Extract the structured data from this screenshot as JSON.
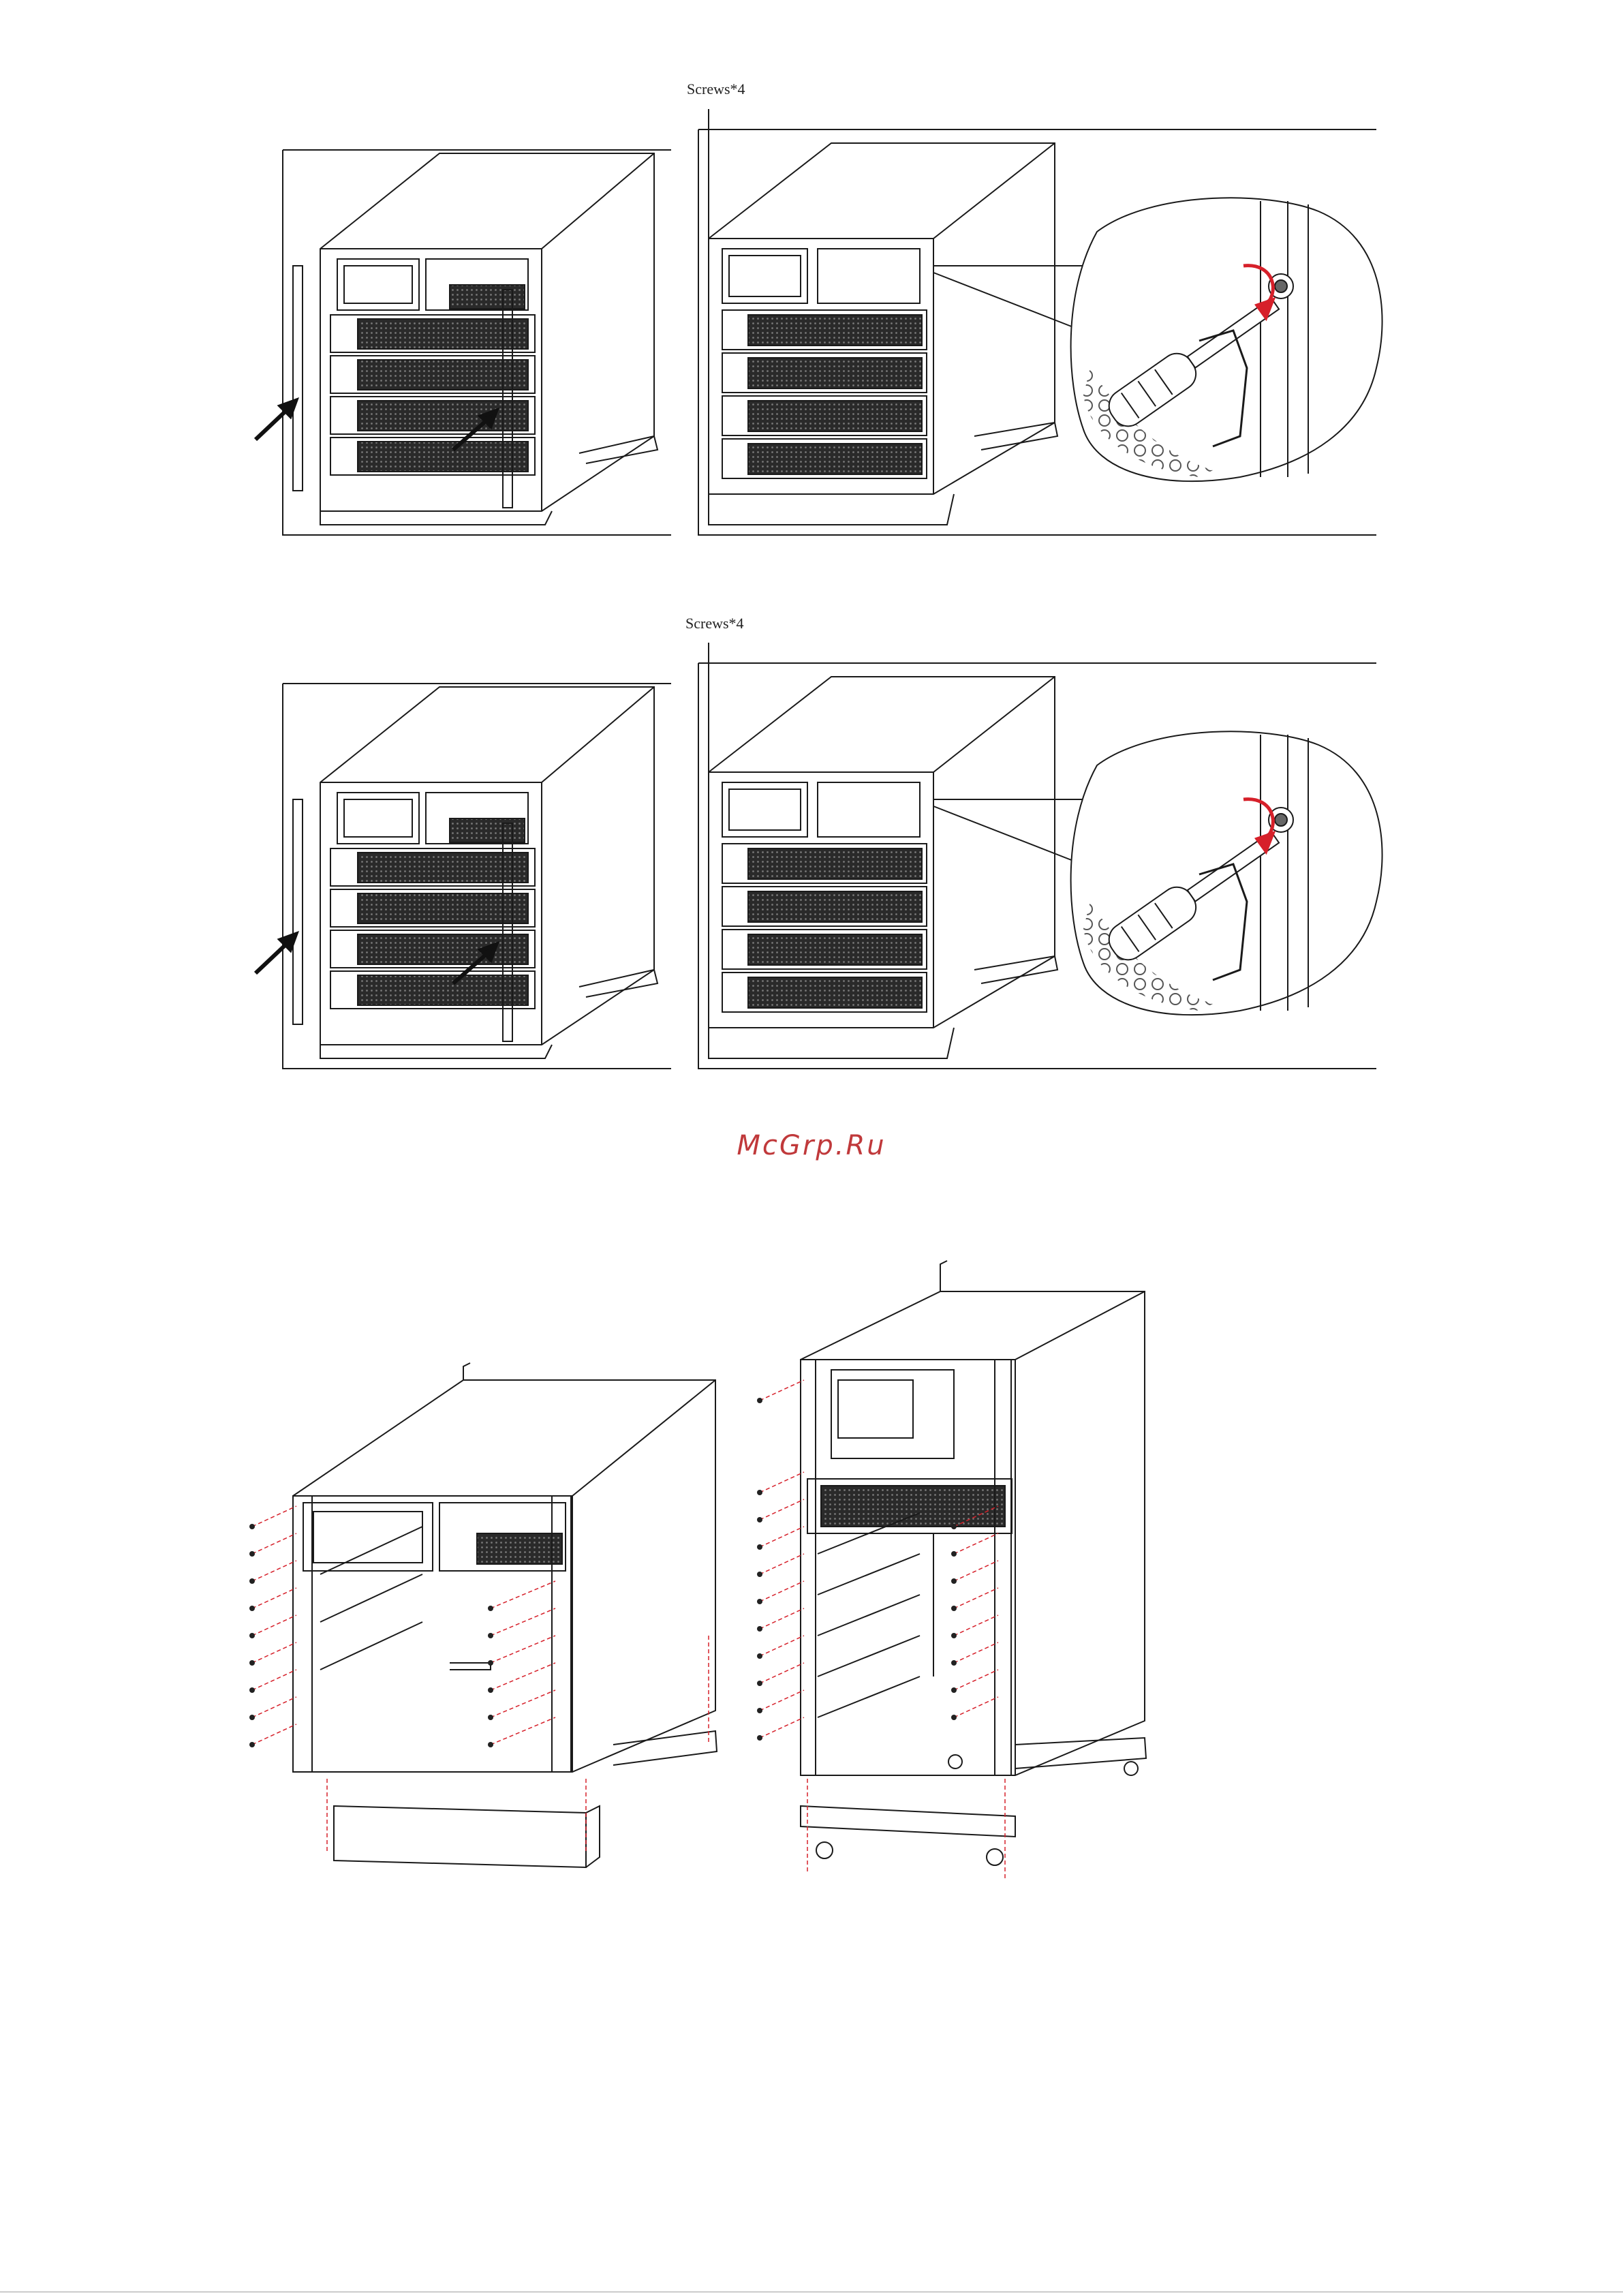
{
  "figures": [
    {
      "callout": "Screws*4"
    },
    {
      "callout": "Screws*4"
    }
  ],
  "watermark": "McGrp.Ru",
  "colors": {
    "line": "#1a1a1a",
    "accent_red": "#d6202a",
    "mesh": "#333333"
  }
}
